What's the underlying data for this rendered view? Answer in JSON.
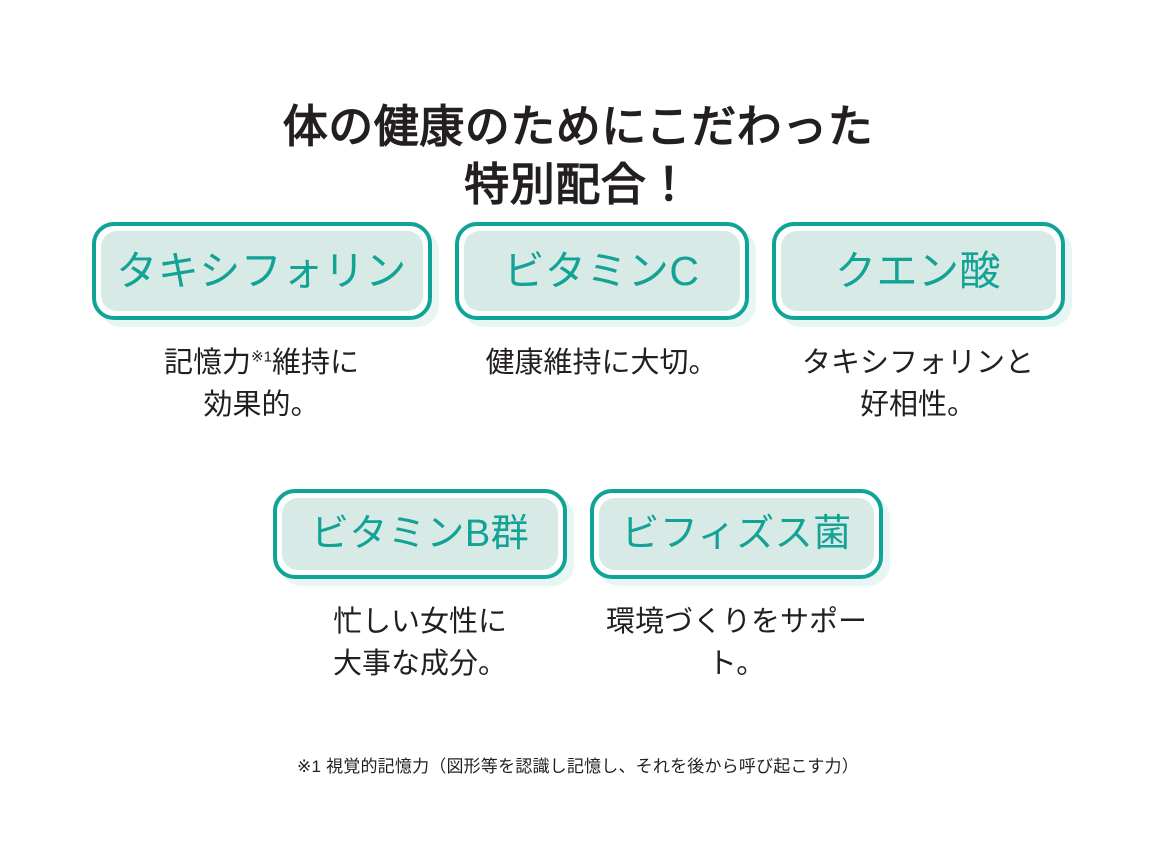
{
  "colors": {
    "accent": "#0fa496",
    "pill_text": "#12a296",
    "pill_fill": "#d7eae5",
    "body_text": "#231f20",
    "background": "#ffffff"
  },
  "heading": {
    "line1": "体の健康のためにこだわった",
    "line2": "特別配合！",
    "full": "体の健康のためにこだわった\n特別配合！"
  },
  "ingredients": {
    "row1": [
      {
        "pill_label": "タキシフォリン",
        "caption_line1": "記憶力",
        "caption_note": "※1",
        "caption_line1_rest": "維持に",
        "caption_line2": "効果的。"
      },
      {
        "pill_label": "ビタミンC",
        "caption": "健康維持に大切。"
      },
      {
        "pill_label": "クエン酸",
        "caption": "タキシフォリンと\n好相性。"
      }
    ],
    "row2": [
      {
        "pill_label": "ビタミンB群",
        "caption": "忙しい女性に\n大事な成分。"
      },
      {
        "pill_label": "ビフィズス菌",
        "caption": "環境づくりをサポート。"
      }
    ]
  },
  "footnote": {
    "text": "※1 視覚的記憶力（図形等を認識し記憶し、それを後から呼び起こす力）"
  }
}
